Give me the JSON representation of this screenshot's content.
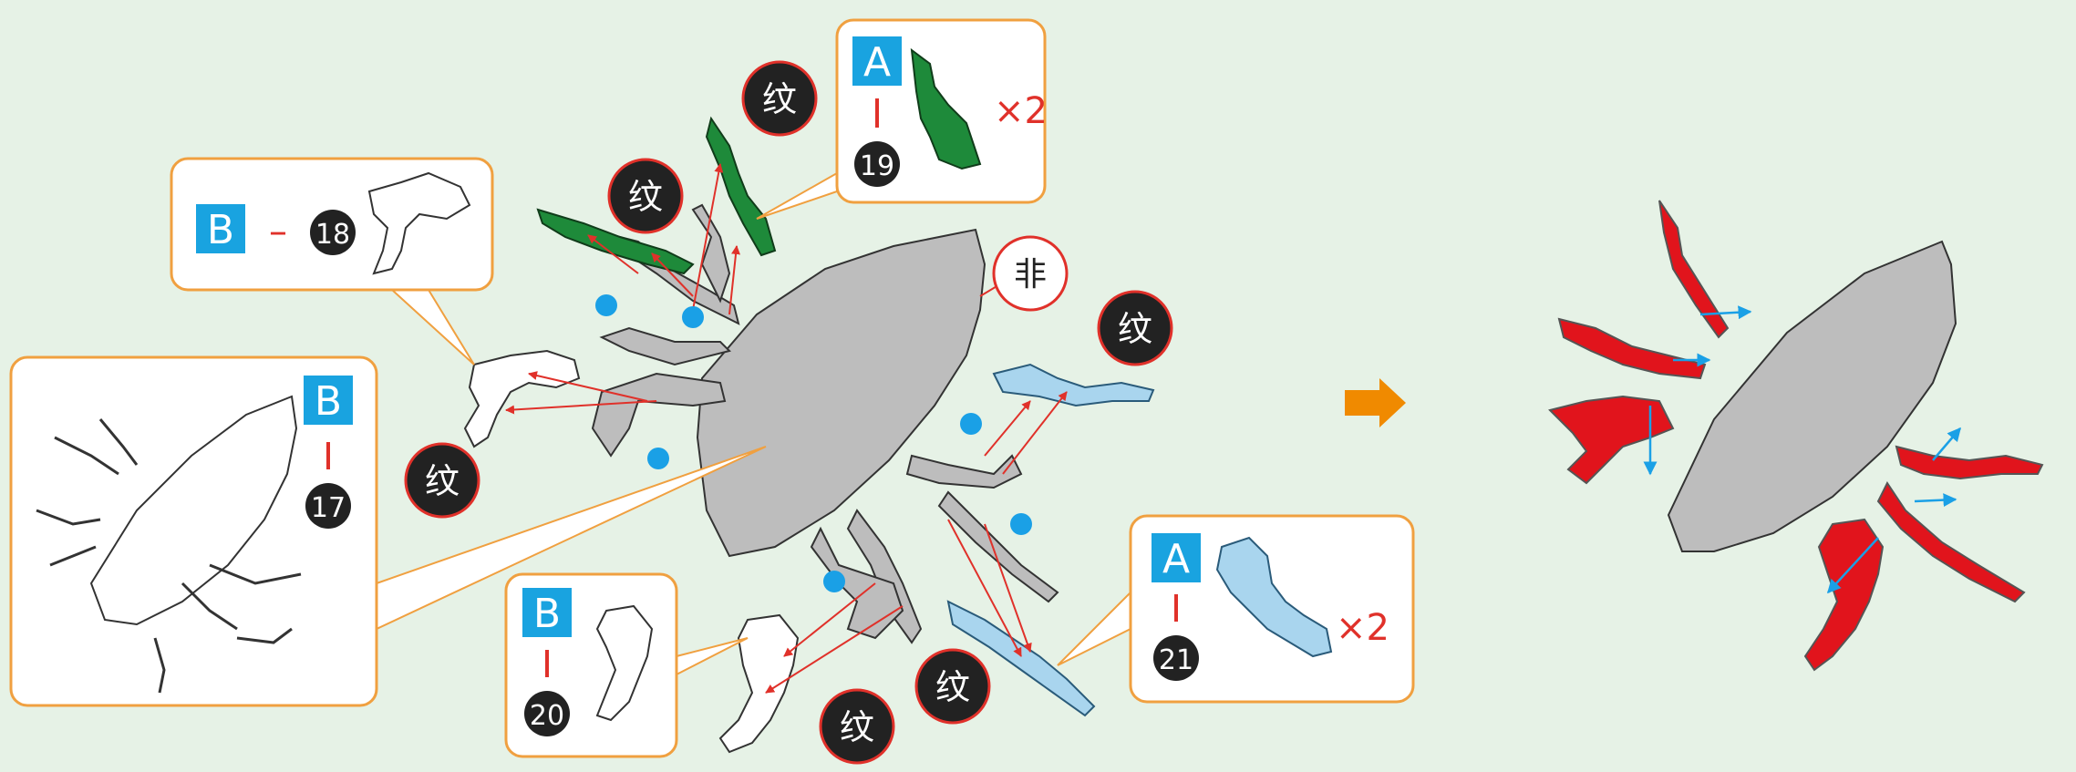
{
  "labels": {
    "texture": "纹",
    "non_texture": "非",
    "sheet_a": "A",
    "sheet_b": "B",
    "times_two": "×2",
    "dash": "–"
  },
  "parts": {
    "p17": "17",
    "p18": "18",
    "p19": "19",
    "p20": "20",
    "p21": "21"
  },
  "colors": {
    "background": "#e6f2e6",
    "body_gray": "#bdbdbd",
    "green_part": "#1e8a3a",
    "light_blue_part": "#a9d5ee",
    "assembled_red": "#e1141c",
    "sheet_badge_blue": "#19a3e0",
    "callout_border": "#f0a040",
    "arrow_red": "#e0312a",
    "blue_dot": "#1aa0e6",
    "next_arrow": "#f08a00"
  },
  "icons": [
    "next-step-arrow-icon",
    "blue-dot-icon",
    "insert-direction-arrow-icon"
  ]
}
